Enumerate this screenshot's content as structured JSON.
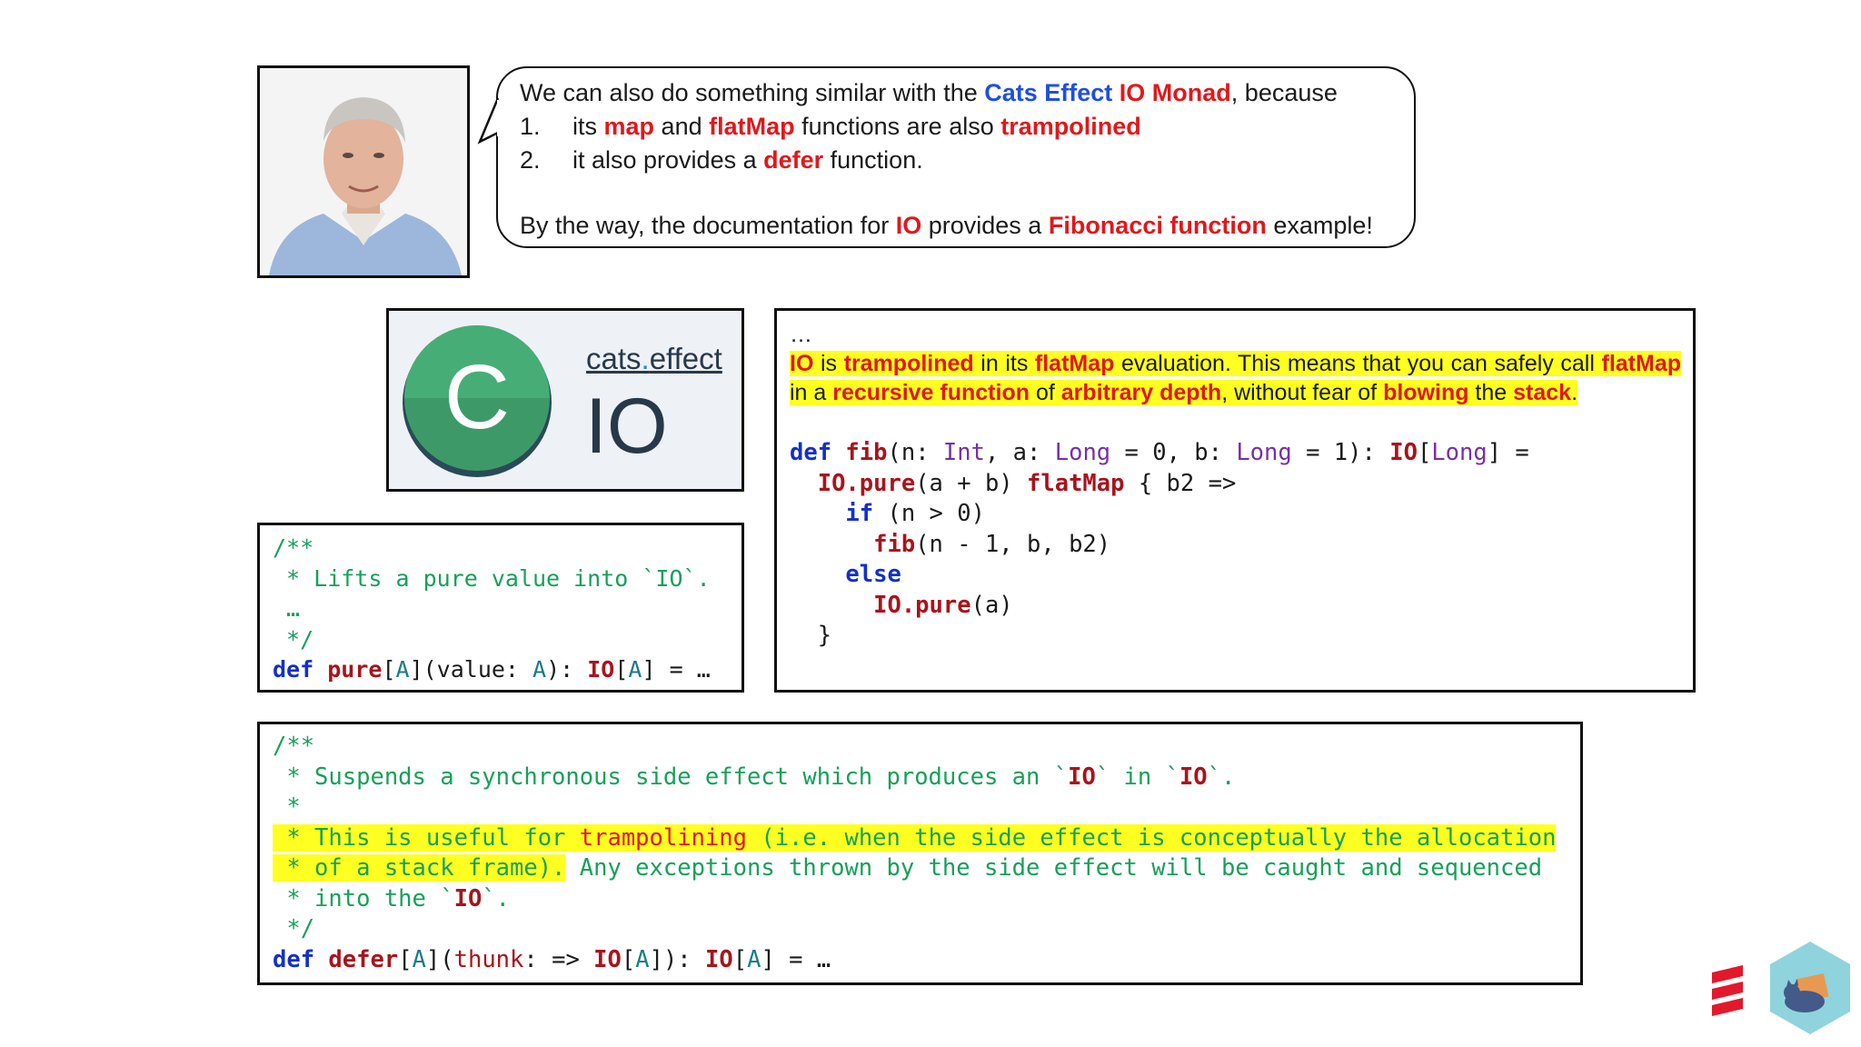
{
  "colors": {
    "highlight": "#ffff21",
    "keyword_blue": "#1430c8",
    "emphasis_red": "#e0181b",
    "comment_green": "#17a05a"
  },
  "avatar": {
    "icon": "presenter-photo"
  },
  "bubble": {
    "intro_a": "We can also do something similar with the ",
    "intro_b": "Cats Effect",
    "intro_c": "IO Monad",
    "intro_d": ", because",
    "item1_num": "1.",
    "item1_a": "its ",
    "item1_b": "map",
    "item1_c": " and ",
    "item1_d": "flatMap",
    "item1_e": " functions are also ",
    "item1_f": "trampolined",
    "item2_num": "2.",
    "item2_a": "it also provides a ",
    "item2_b": "defer",
    "item2_c": " function.",
    "outro_a": "By the way, the documentation for ",
    "outro_b": "IO",
    "outro_c": " provides a ",
    "outro_d": "Fibonacci function",
    "outro_e": " example!"
  },
  "logo": {
    "c_letter": "C",
    "brand_a": "cats",
    "brand_dot": ".",
    "brand_b": "effect",
    "product": "IO",
    "icon": "cats-effect-logo"
  },
  "pure_doc": {
    "l1": "/**",
    "l2": " * Lifts a pure value into `IO`.",
    "l3": " …",
    "l4": " */",
    "def": "def",
    "name": "pure",
    "a": "[",
    "tA": "A",
    "b": "](value: ",
    "tA2": "A",
    "c": "): ",
    "io": "IO",
    "d": "[",
    "tA3": "A",
    "e": "] = …"
  },
  "fib_doc": {
    "ellipsis": "…",
    "s1": "IO",
    "s2": " is ",
    "s3": "trampolined",
    "s4": " in its ",
    "s5": "flatMap",
    "s6": " evaluation. This means that you can safely call ",
    "s7": "flatMap",
    "s8": " in a ",
    "s9": "recursive function",
    "s10": " of ",
    "s11": "arbitrary depth",
    "s12": ", without fear of ",
    "s13": "blowing",
    "s14": " the ",
    "s15": "stack",
    "s16": "."
  },
  "fib_code": {
    "def": "def",
    "fib": "fib",
    "sig1": "(n: ",
    "int": "Int",
    "sig2": ", a: ",
    "long1": "Long",
    "sig3": " = 0, b: ",
    "long2": "Long",
    "sig4": " = 1): ",
    "io": "IO",
    "sig5": "[",
    "long3": "Long",
    "sig6": "] =",
    "l2_io": "IO.pure",
    "l2a": "(a + b) ",
    "l2_fm": "flatMap",
    "l2b": " { b2 =>",
    "l3_if": "if",
    "l3a": " (n > 0)",
    "l4_fib": "fib",
    "l4a": "(n - 1, b, b2)",
    "l5_else": "else",
    "l6_io": "IO.pure",
    "l6a": "(a)",
    "l7": "}"
  },
  "defer_doc": {
    "l1": "/**",
    "l2a": " * Suspends a synchronous side effect which produces an `",
    "l2b": "IO",
    "l2c": "` in `",
    "l2d": "IO",
    "l2e": "`.",
    "l3": " *",
    "l4a": " * This is useful for ",
    "l4b": "trampolining",
    "l4c": " (i.e. when the side effect is conceptually the allocation",
    "l5a": " * of a stack frame).",
    "l5b": " Any exceptions thrown by the side effect will be caught and sequenced",
    "l6a": " * into the `",
    "l6b": "IO",
    "l6c": "`.",
    "l7": " */",
    "def": "def",
    "name": "defer",
    "a": "[",
    "tA": "A",
    "b": "](",
    "thunk": "thunk",
    "c": ": => ",
    "io1": "IO",
    "d": "[",
    "tA2": "A",
    "e": "]): ",
    "io2": "IO",
    "f": "[",
    "tA3": "A",
    "g": "] = …"
  },
  "corner_logos": {
    "left": "scala-logo",
    "right": "cat-mascot-hexagon-logo"
  }
}
